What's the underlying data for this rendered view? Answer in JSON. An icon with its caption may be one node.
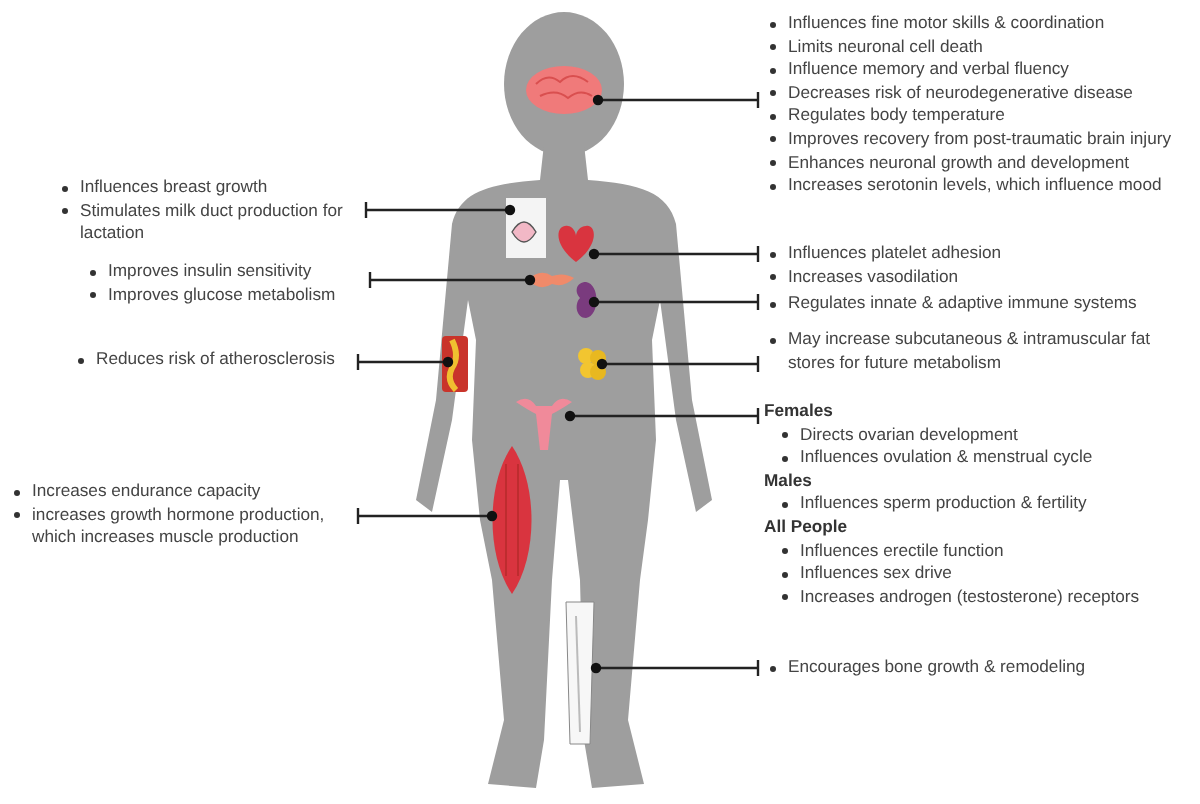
{
  "diagram": {
    "nodes": [
      {
        "text": [
          "Influences fine motor skills & coordination",
          "Limits neuronal cell death",
          "Influence memory and verbal fluency",
          "Decreases risk of neurodegenerative disease",
          "Regulates body temperature",
          "Improves recovery from post-traumatic brain injury",
          "Enhances neuronal growth and development",
          "Increases serotonin levels, which influence mood"
        ]
      },
      {
        "text": [],
        "shape": "picture"
      },
      {
        "text": [
          "Influences breast growth",
          "Stimulates milk duct production for lactation"
        ]
      },
      {
        "text": [],
        "shape": "picture"
      },
      {
        "text": [
          "Influences platelet adhesion",
          "Increases vasodilation"
        ]
      },
      {
        "text": [],
        "shape": "picture"
      },
      {
        "text": [
          "Improves insulin sensitivity",
          "Improves glucose metabolism"
        ]
      },
      {
        "text": [],
        "shape": "picture"
      },
      {
        "text": [
          "Regulates innate & adaptive immune systems"
        ]
      },
      {
        "text": [],
        "shape": "picture"
      },
      {
        "text": [
          "Reduces risk of atherosclerosis"
        ]
      },
      {
        "text": [],
        "shape": "picture"
      },
      {
        "text": [
          "May increase subcutaneous & intramuscular fat stores for future metabolism"
        ]
      },
      {
        "text": [],
        "shape": "picture"
      },
      {
        "text": [
          "Females",
          "Directs ovarian development",
          "Influences ovulation & menstrual cycle",
          "Males",
          "Influences sperm production & fertility",
          "All People",
          "Influences erectile function",
          "Influences sex drive",
          "Increases androgen (testosterone) receptors"
        ]
      },
      {
        "text": [],
        "shape": "picture"
      },
      {
        "text": [
          "Increases endurance capacity",
          "increases growth hormone production, which increases muscle production"
        ]
      },
      {
        "text": [],
        "shape": "picture"
      },
      {
        "text": [
          "Encourages bone growth & remodeling"
        ]
      },
      {
        "text": [],
        "shape": "picture"
      }
    ],
    "edges": [
      {
        "from": 0,
        "to": 1,
        "arrow": "other"
      },
      {
        "from": 2,
        "to": 3,
        "arrow": "other"
      },
      {
        "from": 4,
        "to": 5,
        "arrow": "other"
      },
      {
        "from": 6,
        "to": 7,
        "arrow": "other"
      },
      {
        "from": 8,
        "to": 9,
        "arrow": "other"
      },
      {
        "from": 10,
        "to": 11,
        "arrow": "other"
      },
      {
        "from": 12,
        "to": 13,
        "arrow": "other"
      },
      {
        "from": 14,
        "to": 15,
        "arrow": "other"
      },
      {
        "from": 16,
        "to": 17,
        "arrow": "other"
      },
      {
        "from": 18,
        "to": 19,
        "arrow": "other"
      }
    ]
  }
}
